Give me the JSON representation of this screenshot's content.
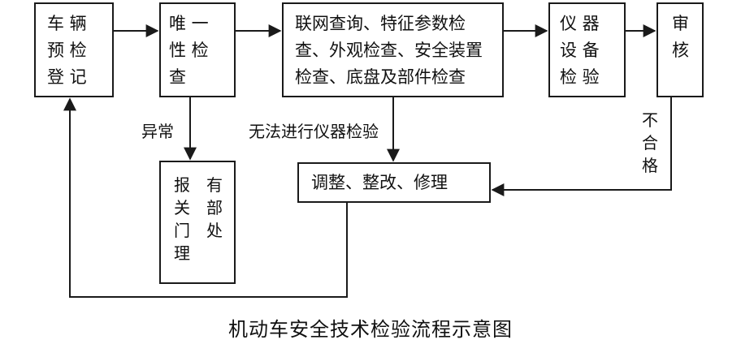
{
  "diagram": {
    "title": "机动车安全技术检验流程示意图",
    "nodes": {
      "registration": {
        "line1": "车  辆",
        "line2": "预  检",
        "line3": "登  记"
      },
      "uniqueness": {
        "line1": "唯    一",
        "line2": "性    检",
        "line3": "查"
      },
      "inspection": {
        "line1": "联网查询、特征参数检",
        "line2": "查、外观检查、安全装置",
        "line3": "检查、底盘及部件检查"
      },
      "instrument": {
        "line1": "仪    器",
        "line2": "设    备",
        "line3": "检    验"
      },
      "review": {
        "line1": "审",
        "line2": "核"
      },
      "report": {
        "col_left": "报关门理",
        "col_right": "有部处"
      },
      "adjust": {
        "label": "调整、整改、修理"
      }
    },
    "edge_labels": {
      "abnormal": "异常",
      "no_instrument": "无法进行仪器检验",
      "unqualified": "不合格"
    }
  }
}
